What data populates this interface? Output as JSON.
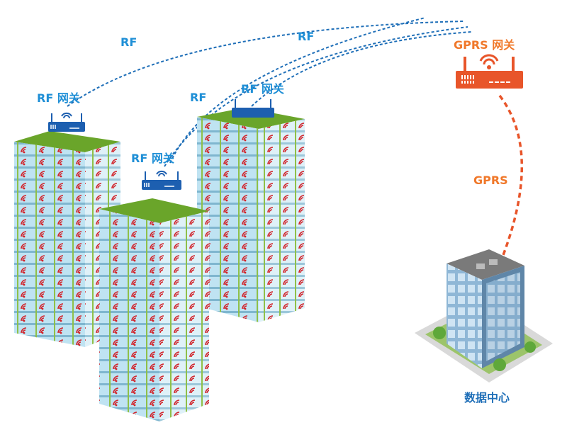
{
  "colors": {
    "rf": "#1f8fd6",
    "gprs": "#f0782a",
    "router_blue": "#1d5fb0",
    "router_orange": "#e8552a",
    "roof": "#6aa52a"
  },
  "labels": {
    "rf_link_1": "RF",
    "rf_link_2": "RF",
    "rf_link_3": "RF",
    "rf_gateway_left": "RF 网关",
    "rf_gateway_middle": "RF 网关",
    "rf_gateway_right": "RF 网关",
    "gprs_gateway": "GPRS 网关",
    "gprs_link": "GPRS",
    "data_center": "数据中心"
  }
}
